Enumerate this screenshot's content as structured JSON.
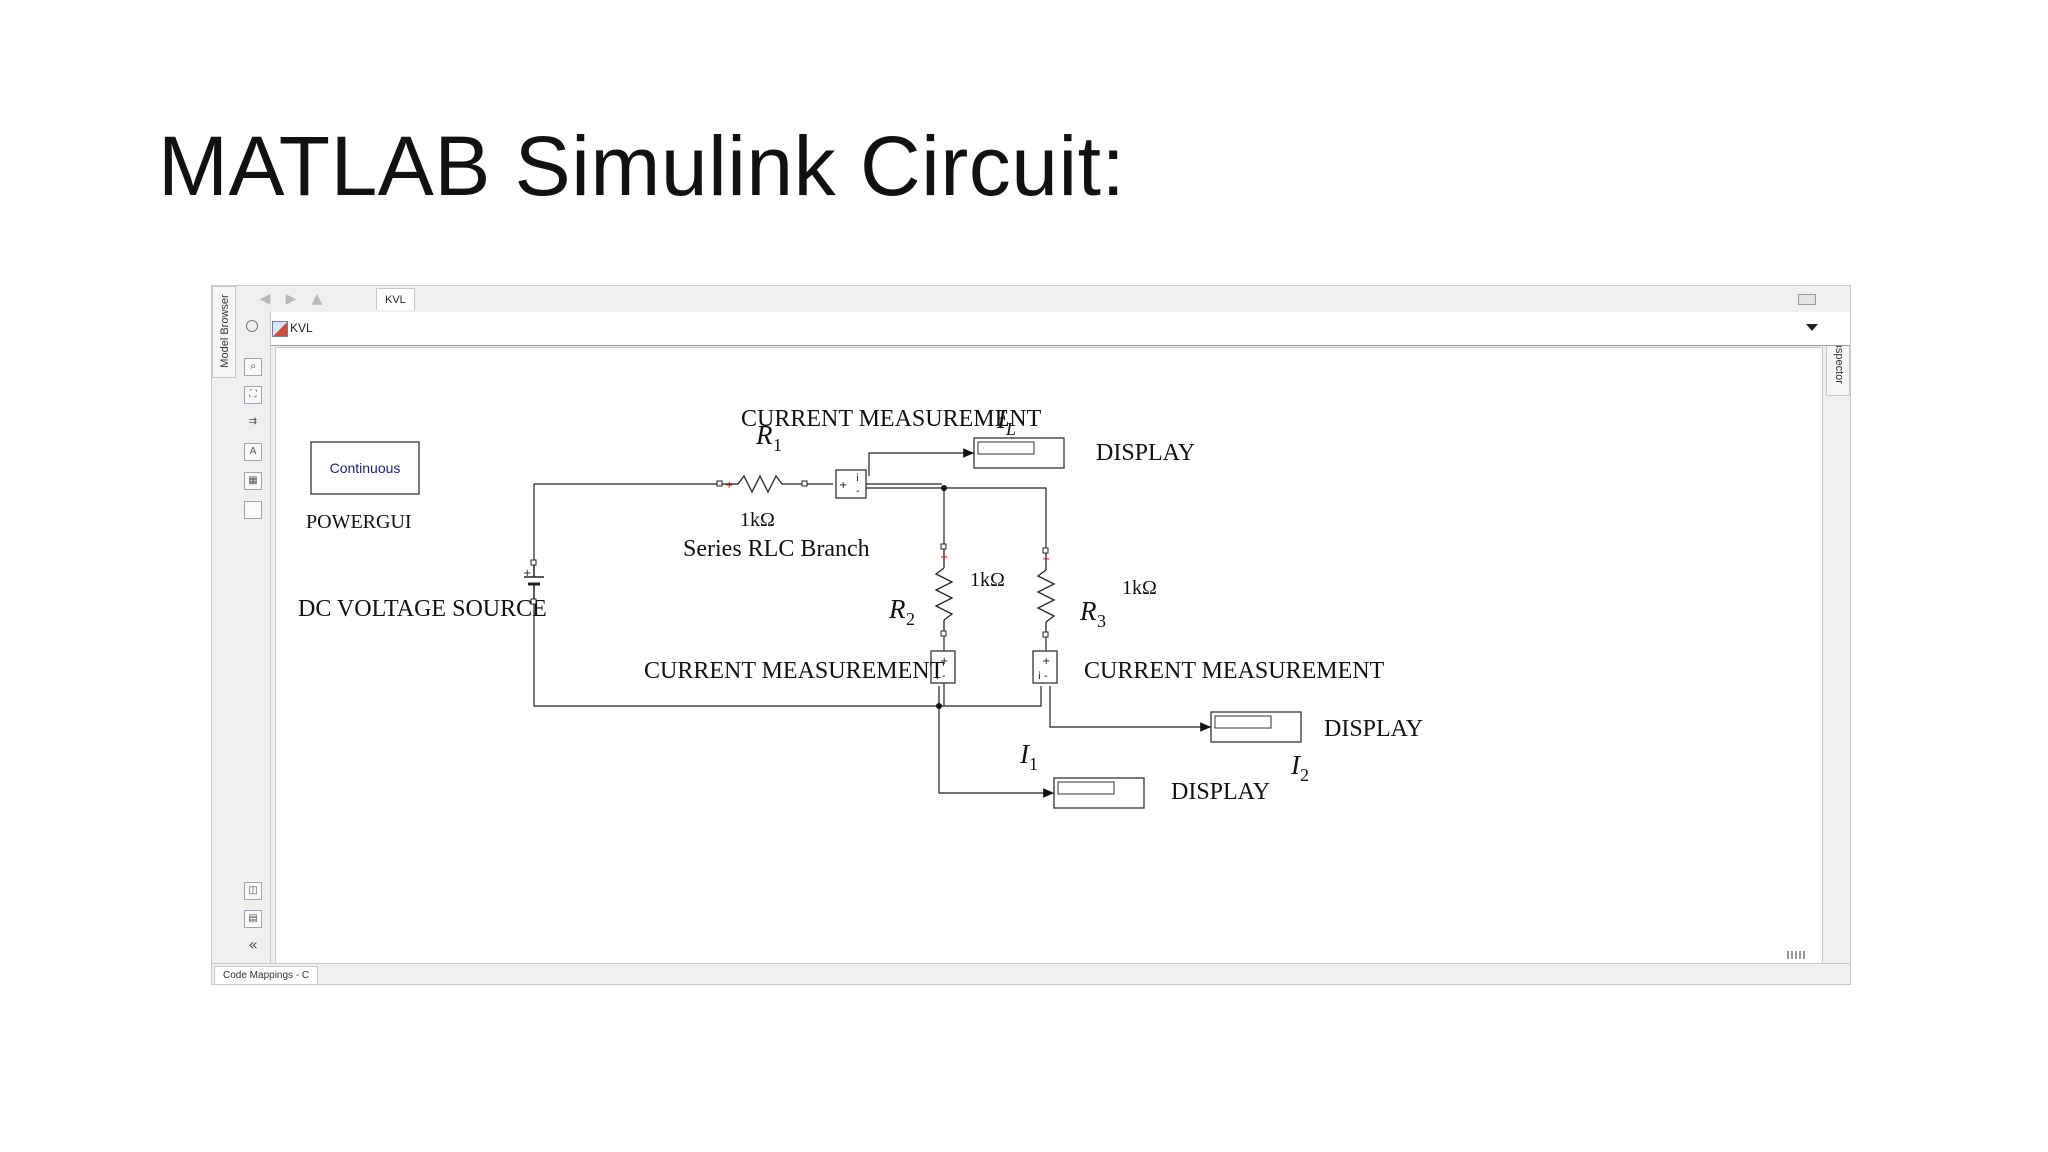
{
  "slide": {
    "title": "MATLAB Simulink Circuit:"
  },
  "window": {
    "left_panel_label": "Model Browser",
    "right_panel_label": "Property Inspector",
    "tab_label": "KVL",
    "breadcrumb": "KVL",
    "status_tab": "Code Mappings - C"
  },
  "icons": {
    "back": "arrow-left-icon",
    "forward": "arrow-right-icon",
    "up": "arrow-up-icon",
    "dropdown": "chevron-down-icon",
    "collapse": "double-chevron-left-icon"
  },
  "diagram": {
    "powergui_block": "Continuous",
    "powergui_label": "POWERGUI",
    "dc_source_label": "DC VOLTAGE SOURCE",
    "r1_symbol": "R",
    "r1_sub": "1",
    "r1_value": "1kΩ",
    "r1_block_name": "Series RLC Branch",
    "r2_symbol": "R",
    "r2_sub": "2",
    "r2_value": "1kΩ",
    "r3_symbol": "R",
    "r3_sub": "3",
    "r3_value": "1kΩ",
    "current_meas_top": "CURRENT MEASUREMENT",
    "il_symbol": "I",
    "il_sub": "L",
    "current_meas_left": "CURRENT MEASUREMENT",
    "current_meas_right": "CURRENT MEASUREMENT",
    "display_top": "DISPLAY",
    "display_right": "DISPLAY",
    "display_bottom": "DISPLAY",
    "i1_symbol": "I",
    "i1_sub": "1",
    "i2_symbol": "I",
    "i2_sub": "2"
  }
}
